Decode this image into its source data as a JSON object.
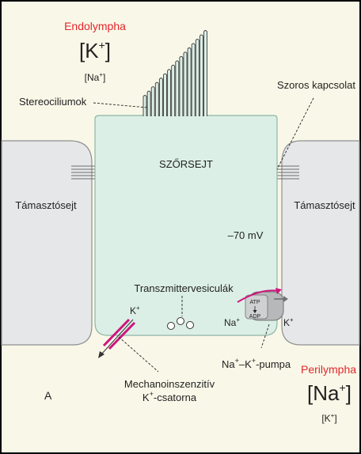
{
  "endolymph": {
    "title": "Endolympha",
    "main_ion": "[K",
    "main_ion_sup": "+",
    "main_ion_close": "]",
    "minor_ion": "[Na",
    "minor_ion_sup": "+",
    "minor_ion_close": "]"
  },
  "perilymph": {
    "title": "Perilympha",
    "main_ion": "[Na",
    "main_ion_sup": "+",
    "main_ion_close": "]",
    "minor_ion": "[K",
    "minor_ion_sup": "+",
    "minor_ion_close": "]"
  },
  "labels": {
    "stereocilia": "Stereociliumok",
    "tight_junction": "Szoros kapcsolat",
    "hair_cell": "SZŐRSEJT",
    "support_cell_left": "Támasztósejt",
    "support_cell_right": "Támasztósejt",
    "membrane_potential": "–70 mV",
    "vesicles": "Transzmittervesiculák",
    "k_left": "K",
    "k_left_sup": "+",
    "na_pump": "Na",
    "na_pump_sup": "+",
    "k_right": "K",
    "k_right_sup": "+",
    "atp": "ATP",
    "adp": "ADP",
    "pump_name_1": "Na",
    "pump_name_1_sup": "+",
    "pump_name_2": "–K",
    "pump_name_2_sup": "+",
    "pump_name_3": "-pumpa",
    "channel_line_1": "Mechanoinszenzitív",
    "channel_line_2_k": "K",
    "channel_line_2_sup": "+",
    "channel_line_2_rest": "-csatorna",
    "panel_letter": "A"
  },
  "colors": {
    "background": "#f9f8e8",
    "hair_cell_fill": "#dcefe6",
    "hair_cell_stroke": "#8fb5a6",
    "support_fill": "#e6e7e8",
    "support_stroke": "#8e8f92",
    "accent_red": "#e3262c",
    "accent_magenta": "#d0137f",
    "text": "#222222"
  }
}
